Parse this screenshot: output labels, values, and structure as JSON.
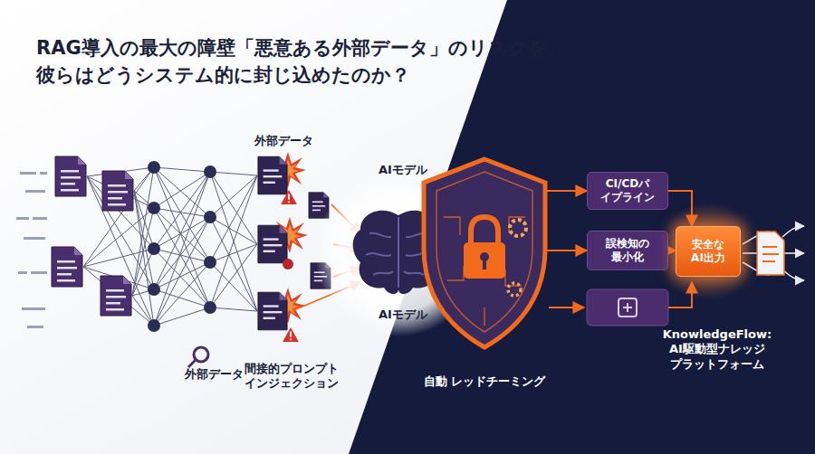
{
  "diagram": {
    "title": "RAG導入の最大の障壁「悪意ある外部データ」のリスクを、 彼らはどうシステム的に封じ込めたのか？",
    "nodes": [
      {
        "text": [
          "自動 レッドチーミング"
        ]
      },
      {
        "text": [
          "CI/CDパ イプライン"
        ]
      },
      {
        "text": [
          "誤検知の 最小化"
        ]
      },
      {
        "text": [
          "安全な AI出力"
        ]
      }
    ],
    "edges": [
      {
        "from": 0,
        "to": 1,
        "arrow": "to"
      },
      {
        "from": 0,
        "to": 2,
        "arrow": "to"
      },
      {
        "from": 1,
        "to": 3,
        "arrow": "to"
      },
      {
        "from": 2,
        "to": 3,
        "arrow": "to"
      }
    ],
    "labels": [
      "外部データ",
      "AIモデル",
      "AIモデル",
      "外部データ",
      "間接的プロンプト インジェクション",
      "KnowledgeFlow: AI駆動型ナレッジ プラットフォーム"
    ]
  }
}
